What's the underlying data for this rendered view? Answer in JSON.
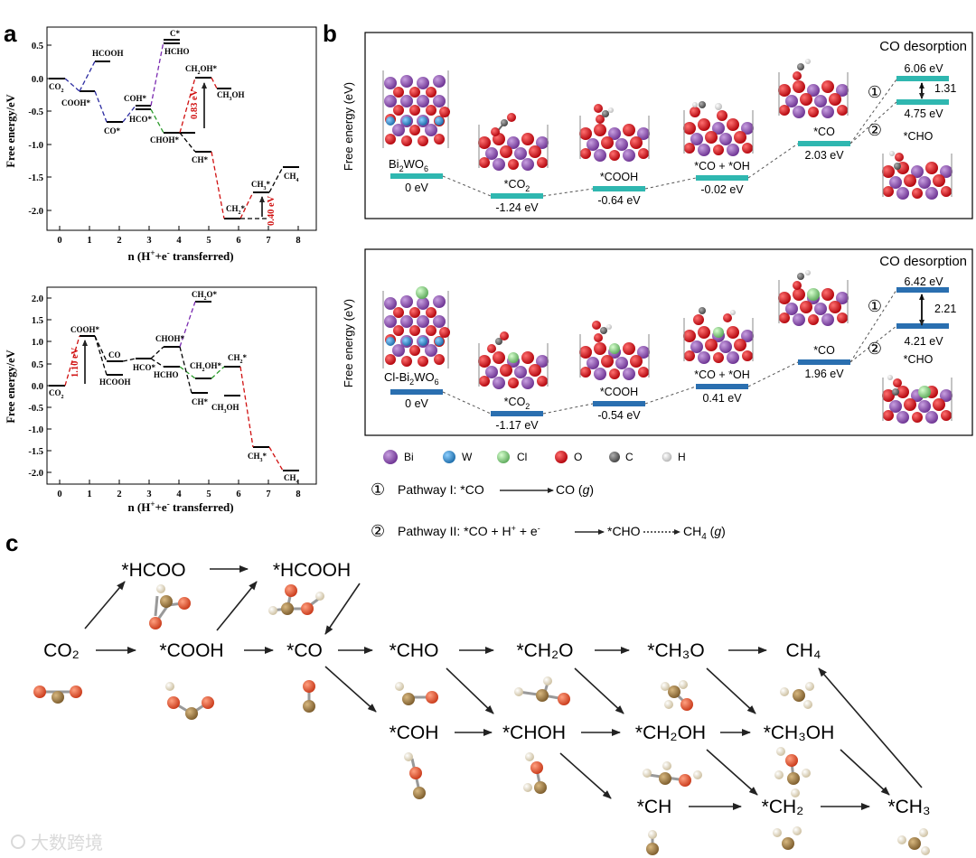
{
  "panels": {
    "a": "a",
    "b": "b",
    "c": "c"
  },
  "a_top": {
    "ylabel": "Free energy/eV",
    "xlabel_pre": "n (H",
    "xlabel_mid": "+e",
    "xlabel_post": " transferred)",
    "yticks": [
      "0.5",
      "0.0",
      "-0.5",
      "-1.0",
      "-1.5",
      "-2.0"
    ],
    "xticks": [
      "0",
      "1",
      "2",
      "3",
      "4",
      "5",
      "6",
      "7",
      "8"
    ],
    "labels": {
      "co2": "CO",
      "cooh": "COOH*",
      "hcooh": "HCOOH",
      "co": "CO*",
      "coh": "COH*",
      "hco": "HCO*",
      "c": "C*",
      "hcho": "HCHO",
      "chohx": "CHOH*",
      "ch": "CH*",
      "ch2oh": "CH",
      "ch2oh_b": "OH*",
      "ch3oh": "CH",
      "ch3oh_b": "OH",
      "ch2": "CH",
      "ch2_b": "*",
      "ch3": "CH",
      "ch3_b": "*",
      "ch4": "CH"
    },
    "energies": {
      "e1": "0.83 eV",
      "e2": "0.40 eV"
    }
  },
  "a_bot": {
    "ylabel": "Free energy/eV",
    "xlabel_pre": "n (H",
    "xlabel_mid": "+e",
    "xlabel_post": " transferred)",
    "yticks": [
      "2.0",
      "1.5",
      "1.0",
      "0.5",
      "0.0",
      "-0.5",
      "-1.0",
      "-1.5",
      "-2.0"
    ],
    "xticks": [
      "0",
      "1",
      "2",
      "3",
      "4",
      "5",
      "6",
      "7",
      "8"
    ],
    "labels": {
      "co2": "CO",
      "cooh": "COOH*",
      "co": "CO",
      "hcooh": "HCOOH",
      "hco": "HCO*",
      "choh": "CHOH*",
      "hcho": "HCHO",
      "ch2o": "CH",
      "ch2o_b": "O*",
      "ch2oh": "CH",
      "ch2oh_b": "OH*",
      "ch2": "CH",
      "ch2_b": "*",
      "ch": "CH*",
      "ch3oh": "CH",
      "ch3oh_b": "OH",
      "ch3": "CH",
      "ch3_b": "*",
      "ch4": "CH"
    },
    "energies": {
      "e1": "1.10 eV"
    }
  },
  "b_top": {
    "ylabel": "Free energy (eV)",
    "title": "CO desorption",
    "catalyst": "Bi",
    "catalyst_sub1": "2",
    "catalyst_mid": "WO",
    "catalyst_sub2": "6",
    "steps": [
      {
        "label": "",
        "value": "0 eV"
      },
      {
        "label": "*CO",
        "label_sub": "2",
        "value": "-1.24 eV"
      },
      {
        "label": "*COOH",
        "value": "-0.64 eV"
      },
      {
        "label": "*CO + *OH",
        "value": "-0.02 eV"
      },
      {
        "label": "*CO",
        "value": "2.03 eV"
      }
    ],
    "upper": "6.06 eV",
    "lower": "4.75 eV",
    "gap": "1.31",
    "cho": "*CHO",
    "c1": "①",
    "c2": "②"
  },
  "b_bot": {
    "ylabel": "Free energy (eV)",
    "title": "CO desorption",
    "catalyst": "Cl-Bi",
    "catalyst_sub1": "2",
    "catalyst_mid": "WO",
    "catalyst_sub2": "6",
    "steps": [
      {
        "label": "",
        "value": "0 eV"
      },
      {
        "label": "*CO",
        "label_sub": "2",
        "value": "-1.17 eV"
      },
      {
        "label": "*COOH",
        "value": "-0.54 eV"
      },
      {
        "label": "*CO + *OH",
        "value": "0.41 eV"
      },
      {
        "label": "*CO",
        "value": "1.96 eV"
      }
    ],
    "upper": "6.42 eV",
    "lower": "4.21 eV",
    "gap": "2.21",
    "cho": "*CHO",
    "c1": "①",
    "c2": "②"
  },
  "legend": [
    "Bi",
    "W",
    "Cl",
    "O",
    "C",
    "H"
  ],
  "pathways": {
    "p1_num": "①",
    "p1_text": "Pathway I: *CO",
    "p1_end": "CO (",
    "p1_g": "g",
    "p1_close": ")",
    "p2_num": "②",
    "p2_text": "Pathway II: *CO + H",
    "p2_mid": " + e",
    "p2_cho": "*CHO",
    "p2_ch4": "CH",
    "p2_sub": "4",
    "p2_open": " (",
    "p2_g": "g",
    "p2_close": ")"
  },
  "network": {
    "hcoo": "*HCOO",
    "hcooh": "*HCOOH",
    "co2": "CO₂",
    "cooh": "*COOH",
    "co": "*CO",
    "cho": "*CHO",
    "ch2o": "*CH₂O",
    "ch3o": "*CH₃O",
    "ch4": "CH₄",
    "coh": "*COH",
    "choh": "*CHOH",
    "ch2oh": "*CH₂OH",
    "ch3oh": "*CH₃OH",
    "ch": "*CH",
    "ch2": "*CH₂",
    "ch3": "*CH₃"
  },
  "watermark": "大数跨境",
  "colors": {
    "bi": "#8a4fb0",
    "w": "#2a86c8",
    "cl": "#8fd48a",
    "o": "#d4141a",
    "c": "#6a6a6a",
    "h": "#e8e8e8",
    "teal": "#2fb7b0",
    "blue": "#2a6fb0",
    "mol_c": "#9a7a48",
    "mol_o": "#e0553c",
    "mol_h": "#e2d6bd"
  }
}
